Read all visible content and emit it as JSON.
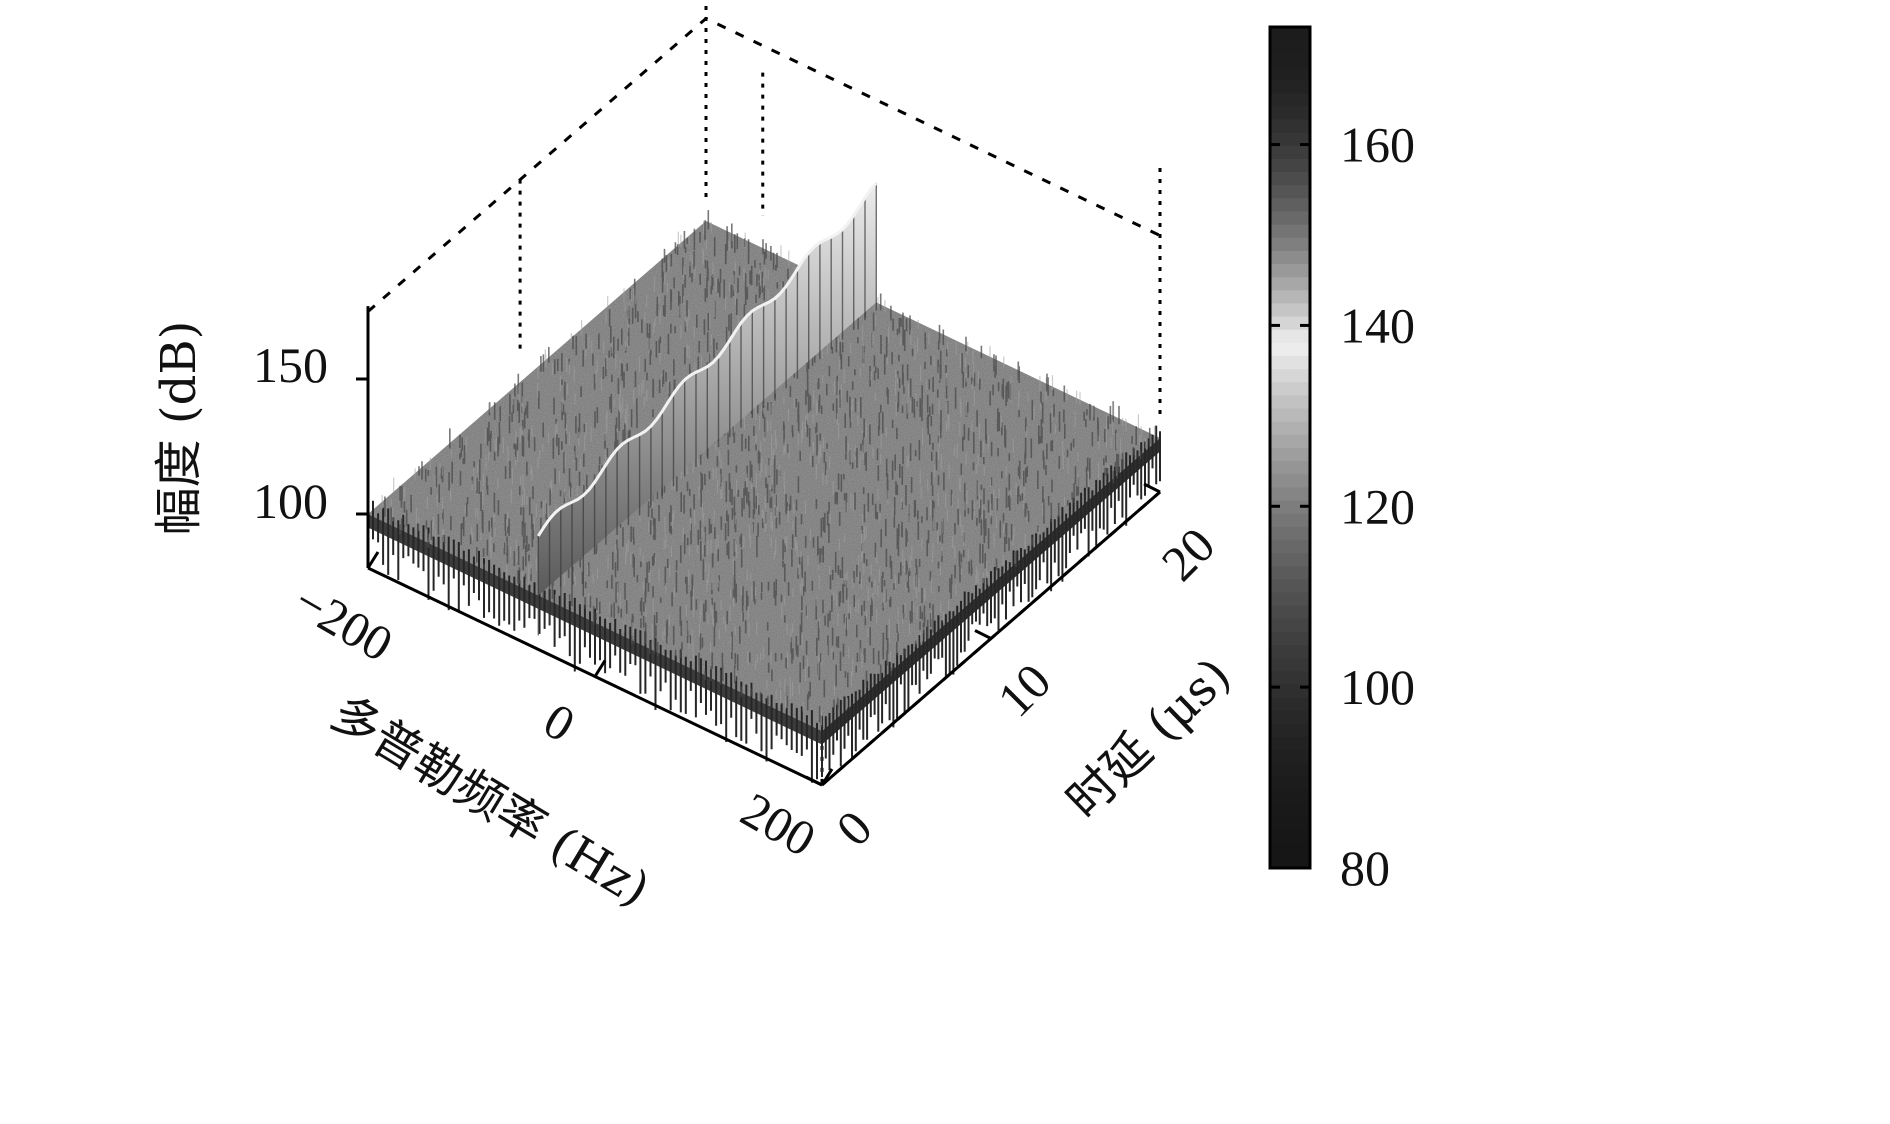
{
  "chart_data": {
    "type": "surface",
    "x_axis": {
      "label": "多普勒频率 (Hz)",
      "range": [
        -200,
        200
      ],
      "ticks": [
        -200,
        0,
        200
      ],
      "tick_labels": [
        "-200",
        "0",
        "200"
      ]
    },
    "y_axis": {
      "label": "时延 (μs)",
      "range": [
        0,
        20
      ],
      "ticks": [
        0,
        10,
        20
      ],
      "tick_labels": [
        "0",
        "10",
        "20"
      ]
    },
    "z_axis": {
      "label": "幅度 (dB)",
      "range": [
        80,
        175
      ],
      "ticks": [
        100,
        150
      ],
      "tick_labels": [
        "100",
        "150"
      ]
    },
    "colorbar": {
      "range": [
        80,
        173
      ],
      "ticks": [
        80,
        100,
        120,
        140,
        160
      ],
      "tick_labels": [
        "80",
        "100",
        "120",
        "140",
        "160"
      ]
    },
    "surface": {
      "noise_floor_db": 100,
      "ridge": {
        "doppler_hz": -50,
        "delay_range_us": [
          0,
          20
        ],
        "peak_db_range": [
          122,
          142
        ]
      }
    },
    "grid": false
  },
  "colors": {
    "background": "#ffffff",
    "axis": "#000000",
    "surface_base": "#6e6e6e",
    "ridge_peak": "#e4e4e4"
  }
}
